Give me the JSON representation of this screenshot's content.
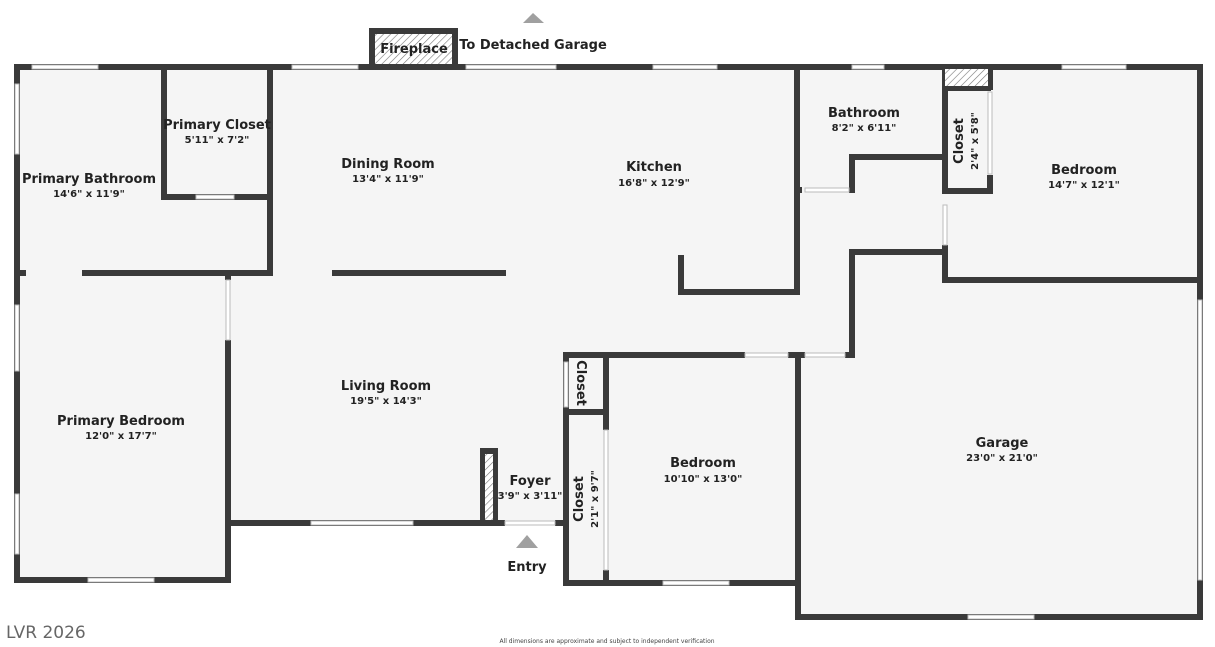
{
  "rooms": {
    "primary_bathroom": {
      "name": "Primary Bathroom",
      "dim": "14'6\" x 11'9\""
    },
    "primary_closet": {
      "name": "Primary Closet",
      "dim": "5'11\" x 7'2\""
    },
    "dining_room": {
      "name": "Dining Room",
      "dim": "13'4\" x 11'9\""
    },
    "kitchen": {
      "name": "Kitchen",
      "dim": "16'8\" x 12'9\""
    },
    "bathroom": {
      "name": "Bathroom",
      "dim": "8'2\" x 6'11\""
    },
    "closet_upper": {
      "name": "Closet",
      "dim": "2'4\" x 5'8\""
    },
    "bedroom_upper": {
      "name": "Bedroom",
      "dim": "14'7\" x 12'1\""
    },
    "primary_bedroom": {
      "name": "Primary Bedroom",
      "dim": "12'0\" x 17'7\""
    },
    "living_room": {
      "name": "Living Room",
      "dim": "19'5\" x 14'3\""
    },
    "foyer": {
      "name": "Foyer",
      "dim": "3'9\" x 3'11\""
    },
    "closet_small": {
      "name": "Closet"
    },
    "closet_lower": {
      "name": "Closet",
      "dim": "2'1\" x 9'7\""
    },
    "bedroom_lower": {
      "name": "Bedroom",
      "dim": "10'10\" x 13'0\""
    },
    "garage": {
      "name": "Garage",
      "dim": "23'0\" x 21'0\""
    }
  },
  "labels": {
    "fireplace": "Fireplace",
    "detached_garage": "To Detached Garage",
    "entry": "Entry",
    "disclaimer": "All dimensions are approximate and subject to independent verification",
    "brand": "LVR 2026"
  },
  "colors": {
    "wall": "#3a3a3a",
    "floor": "#f5f5f5",
    "arrow": "#a0a0a0"
  }
}
